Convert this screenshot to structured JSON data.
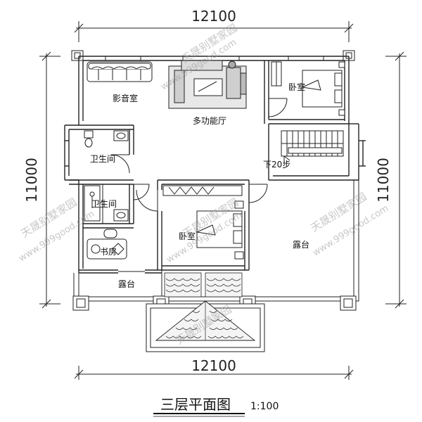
{
  "dimensions": {
    "top_width": "12100",
    "bottom_width": "12100",
    "left_depth": "11000",
    "right_depth": "11000"
  },
  "rooms": {
    "theater": "影音室",
    "multi_hall": "多功能厅",
    "bedroom_ne": "卧室",
    "bath_upper": "卫生间",
    "bath_lower": "卫生间",
    "study": "书房",
    "bedroom_center": "卧室",
    "terrace_east": "露台",
    "terrace_south": "露台"
  },
  "stair_note": "下20步",
  "watermark": {
    "cn": "天晟别墅家园",
    "url": "www.999good.com"
  },
  "title": {
    "main": "三层平面图",
    "scale": "1:100"
  }
}
